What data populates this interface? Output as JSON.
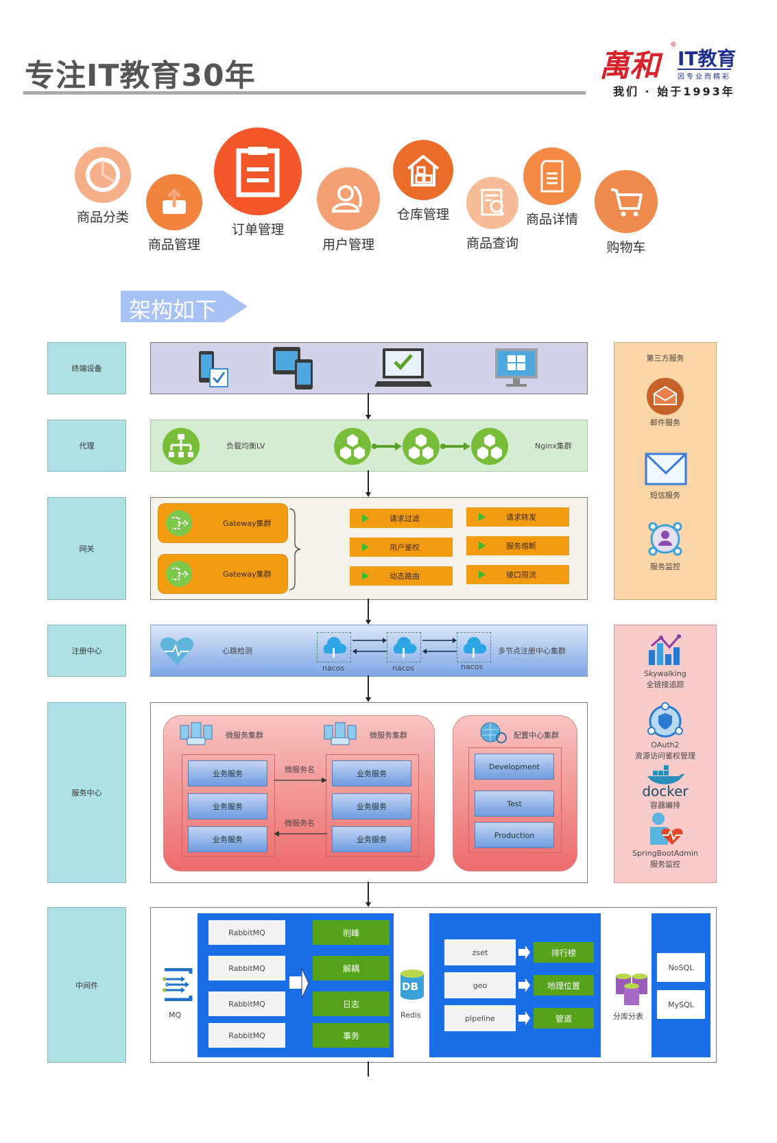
{
  "header": {
    "title": "专注IT教育30年",
    "logo": {
      "brand": "萬和",
      "registered": "®",
      "it_edu": "IT教育",
      "slogan": "因专业而精彩",
      "since": "我们 · 始于1993年"
    }
  },
  "features": [
    {
      "label": "商品分类",
      "icon": "pie-chart-icon",
      "color": "#f5b08a"
    },
    {
      "label": "商品管理",
      "icon": "upload-icon",
      "color": "#f0843e"
    },
    {
      "label": "订单管理",
      "icon": "clipboard-icon",
      "color": "#f4572a"
    },
    {
      "label": "用户管理",
      "icon": "users-icon",
      "color": "#f3a173"
    },
    {
      "label": "仓库管理",
      "icon": "warehouse-icon",
      "color": "#ea6c2a"
    },
    {
      "label": "商品查询",
      "icon": "document-search-icon",
      "color": "#f6bc98"
    },
    {
      "label": "商品详情",
      "icon": "document-icon",
      "color": "#f28a46"
    },
    {
      "label": "购物车",
      "icon": "cart-icon",
      "color": "#ee8a4e"
    }
  ],
  "section_banner": "架构如下",
  "layers": {
    "terminal": "终端设备",
    "proxy": "代理",
    "gateway": "网关",
    "registry": "注册中心",
    "service": "服务中心",
    "middleware": "中间件"
  },
  "terminal_devices": [
    "phone-check-icon",
    "tablet-phone-icon",
    "laptop-check-icon",
    "windows-monitor-icon"
  ],
  "proxy": {
    "lb_label": "负载均衡LV",
    "nginx_label": "Nginx集群"
  },
  "gateway": {
    "clusters": [
      "Gateway集群",
      "Gateway集群"
    ],
    "functions": [
      "请求过滤",
      "请求转发",
      "用户鉴权",
      "服务熔断",
      "动态路由",
      "接口限流"
    ]
  },
  "registry": {
    "heartbeat": "心跳检测",
    "nodes": [
      "nacos",
      "nacos",
      "nacos"
    ],
    "cluster_label": "多节点注册中心集群"
  },
  "service_center": {
    "cluster_a": "微服务集群",
    "cluster_b": "微服务集群",
    "services_a": [
      "业务服务",
      "业务服务",
      "业务服务"
    ],
    "services_b": [
      "业务服务",
      "业务服务",
      "业务服务"
    ],
    "arrow_top": "微服务名",
    "arrow_bottom": "微服务名",
    "config_cluster": "配置中心集群",
    "configs": [
      "Development",
      "Test",
      "Production"
    ]
  },
  "middleware": {
    "mq_label": "MQ",
    "rabbit": [
      "RabbitMQ",
      "RabbitMQ",
      "RabbitMQ",
      "RabbitMQ"
    ],
    "mq_uses": [
      "削峰",
      "解耦",
      "日志",
      "事务"
    ],
    "redis_label": "Redis",
    "redis_icon_text": "DB",
    "redis_types": [
      "zset",
      "geo",
      "pipeline"
    ],
    "redis_uses": [
      "排行榜",
      "地理位置",
      "管道"
    ],
    "sharding_label": "分库分表",
    "dbs": [
      "NoSQL",
      "MySQL"
    ]
  },
  "third_party": {
    "title": "第三方服务",
    "items": [
      "邮件服务",
      "短信服务",
      "服务监控"
    ]
  },
  "ops": {
    "items": [
      {
        "name": "Skywalking",
        "desc": "全链接追踪"
      },
      {
        "name": "OAuth2",
        "desc": "资源访问鉴权管理"
      },
      {
        "name": "docker",
        "desc": "容器编排"
      },
      {
        "name": "SpringBootAdmin",
        "desc": "服务监控"
      }
    ]
  },
  "colors": {
    "layer_label_bg": "#aee0e4",
    "terminal_bg": "#d2d2e8",
    "proxy_bg": "#d6ecd2",
    "gateway_orange": "#f39c12",
    "registry_blue": "#8fb2e8",
    "service_red": "#f08080",
    "middleware_blue": "#1a6fe8",
    "green": "#55a31a",
    "third_party_bg": "#fbd6a6",
    "ops_bg": "#f9cccc"
  }
}
